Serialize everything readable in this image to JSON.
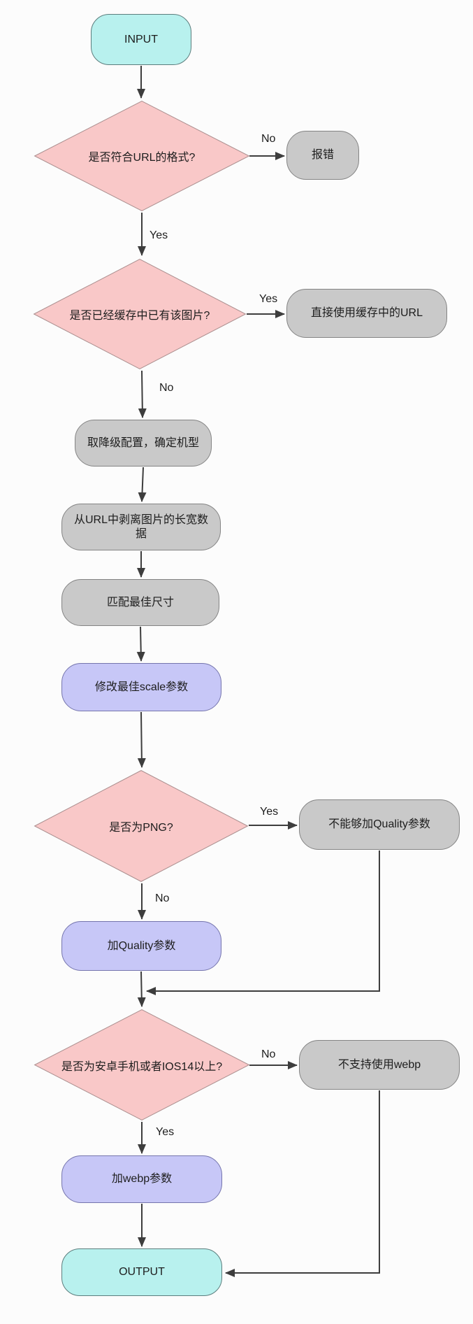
{
  "title": "image-url-processing-flowchart",
  "colors": {
    "bg": "#fcfcfc",
    "terminal_fill": "#b8f1ee",
    "terminal_border": "#5c7d7d",
    "process_fill": "#c9c9c9",
    "process_border": "#848484",
    "accent_fill": "#c7c7f7",
    "accent_border": "#7575ad",
    "decision_fill": "#f9c8c8",
    "decision_border": "#ab8f8f",
    "line": "#3d3d3d",
    "text": "#1d1d1d"
  },
  "nodes": {
    "input": {
      "label": "INPUT"
    },
    "url_check": {
      "label": "是否符合URL的格式?"
    },
    "error": {
      "label": "报错"
    },
    "cache_check": {
      "label": "是否已经缓存中已有该图片?"
    },
    "use_cache": {
      "label": "直接使用缓存中的URL"
    },
    "degrade": {
      "label": "取降级配置，确定机型"
    },
    "strip": {
      "label": "从URL中剥离图片的长宽数据"
    },
    "match_size": {
      "label": "匹配最佳尺寸"
    },
    "scale": {
      "label": "修改最佳scale参数"
    },
    "png_check": {
      "label": "是否为PNG?"
    },
    "no_quality": {
      "label": "不能够加Quality参数"
    },
    "add_quality": {
      "label": "加Quality参数"
    },
    "platform_check": {
      "label": "是否为安卓手机或者IOS14以上?"
    },
    "no_webp": {
      "label": "不支持使用webp"
    },
    "add_webp": {
      "label": "加webp参数"
    },
    "output": {
      "label": "OUTPUT"
    }
  },
  "edge_labels": {
    "url_no": "No",
    "url_yes": "Yes",
    "cache_yes": "Yes",
    "cache_no": "No",
    "png_yes": "Yes",
    "png_no": "No",
    "platform_no": "No",
    "platform_yes": "Yes"
  }
}
